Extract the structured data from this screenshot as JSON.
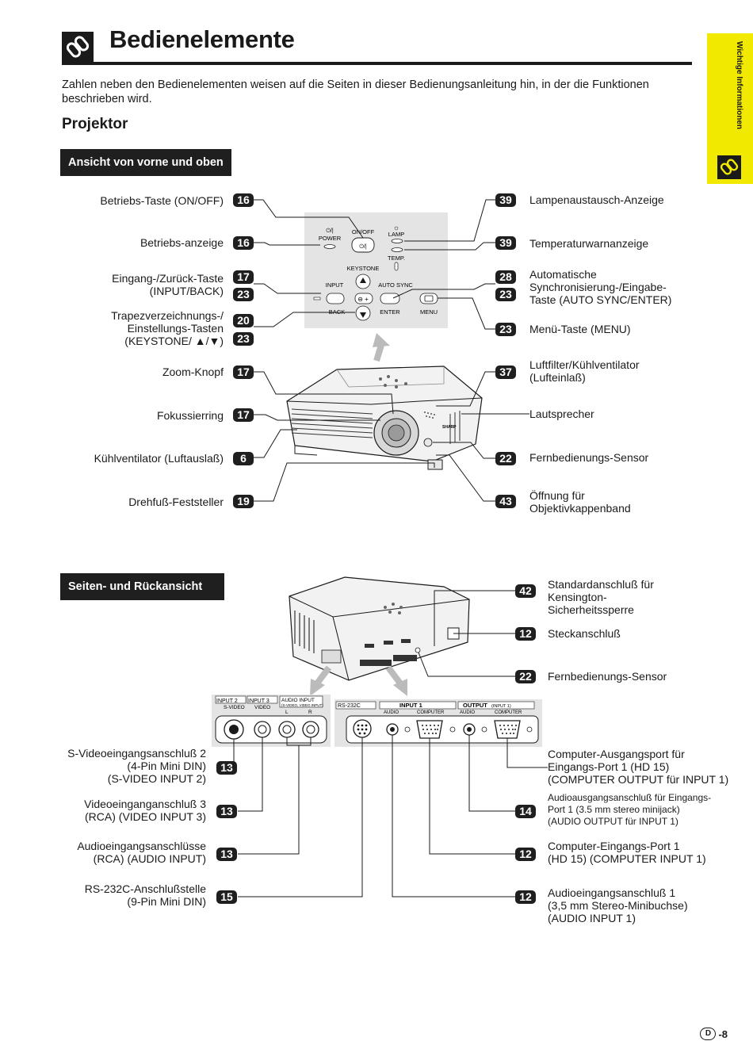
{
  "page": {
    "title": "Bedienelemente",
    "intro": "Zahlen neben den Bedienelementen weisen auf die Seiten in dieser Bedienungsanleitung hin, in der die Funktionen beschrieben wird.",
    "section_heading": "Projektor",
    "side_tab_label": "Wichtige Informationen",
    "footer_letter": "D",
    "footer_page": "-8"
  },
  "front_view": {
    "title": "Ansicht von vorne und oben",
    "panel_labels": {
      "power_symbol": "⏻/|",
      "power": "POWER",
      "onoff": "ON/OFF",
      "onoff_symbol": "⏻/|",
      "lamp": "LAMP",
      "temp": "TEMP.",
      "keystone": "KEYSTONE",
      "input": "INPUT",
      "back": "BACK",
      "auto_sync": "AUTO SYNC",
      "enter": "ENTER",
      "menu": "MENU"
    },
    "brand": "SHARP",
    "left": [
      {
        "label": "Betriebs-Taste (ON/OFF)",
        "nums": [
          "16"
        ]
      },
      {
        "label": "Betriebs-anzeige",
        "nums": [
          "16"
        ]
      },
      {
        "label": "Eingang-/Zurück-Taste\n(INPUT/BACK)",
        "nums": [
          "17",
          "23"
        ]
      },
      {
        "label": "Trapezverzeichnungs-/\nEinstellungs-Tasten\n(KEYSTONE/ ▲/▼)",
        "nums": [
          "20",
          "23"
        ]
      },
      {
        "label": "Zoom-Knopf",
        "nums": [
          "17"
        ]
      },
      {
        "label": "Fokussierring",
        "nums": [
          "17"
        ]
      },
      {
        "label": "Kühlventilator (Luftauslaß)",
        "nums": [
          "6"
        ]
      },
      {
        "label": "Drehfuß-Feststeller",
        "nums": [
          "19"
        ]
      }
    ],
    "right": [
      {
        "label": "Lampenaustausch-Anzeige",
        "nums": [
          "39"
        ]
      },
      {
        "label": "Temperaturwarnanzeige",
        "nums": [
          "39"
        ]
      },
      {
        "label": "Automatische\nSynchronisierung-/Eingabe-\nTaste (AUTO SYNC/ENTER)",
        "nums": [
          "28",
          "23"
        ]
      },
      {
        "label": "Menü-Taste (MENU)",
        "nums": [
          "23"
        ]
      },
      {
        "label": "Luftfilter/Kühlventilator\n(Lufteinlaß)",
        "nums": [
          "37"
        ]
      },
      {
        "label": "Lautsprecher",
        "nums": []
      },
      {
        "label": "Fernbedienungs-Sensor",
        "nums": [
          "22"
        ]
      },
      {
        "label": "Öffnung für\nObjektivkappenband",
        "nums": [
          "43"
        ]
      }
    ]
  },
  "rear_view": {
    "title": "Seiten- und Rückansicht",
    "panel_labels": {
      "input2": "INPUT 2",
      "svideo": "S-VIDEO",
      "input3": "INPUT 3",
      "video": "VIDEO",
      "audio_input": "AUDIO INPUT",
      "audio_input_sub": "(S-VIDEO, VIDEO INPUT)",
      "l": "L",
      "r": "R",
      "rs232c": "RS-232C",
      "input1": "INPUT 1",
      "output": "OUTPUT",
      "output_sub": "(INPUT 1)",
      "audio": "AUDIO",
      "computer": "COMPUTER"
    },
    "right_top": [
      {
        "label": "Standardanschluß für\nKensington-\nSicherheitssperre",
        "nums": [
          "42"
        ]
      },
      {
        "label": "Steckanschluß",
        "nums": [
          "12"
        ]
      },
      {
        "label": "Fernbedienungs-Sensor",
        "nums": [
          "22"
        ]
      }
    ],
    "left": [
      {
        "label": "S-Videoeingangsanschluß 2\n(4-Pin Mini DIN)\n(S-VIDEO INPUT 2)",
        "nums": [
          "13"
        ]
      },
      {
        "label": "Videoeinganganschluß 3\n(RCA) (VIDEO INPUT 3)",
        "nums": [
          "13"
        ]
      },
      {
        "label": "Audioeingangsanschlüsse\n(RCA) (AUDIO INPUT)",
        "nums": [
          "13"
        ]
      },
      {
        "label": "RS-232C-Anschlußstelle\n(9-Pin Mini DIN)",
        "nums": [
          "15"
        ]
      }
    ],
    "right": [
      {
        "label": "Computer-Ausgangsport für\nEingangs-Port 1 (HD 15)\n(COMPUTER OUTPUT für INPUT 1)",
        "nums": []
      },
      {
        "label": "Audioausgangsanschluß für Eingangs-\nPort 1 (3.5 mm stereo minijack)\n(AUDIO OUTPUT für INPUT 1)",
        "nums": [
          "14"
        ]
      },
      {
        "label": "Computer-Eingangs-Port 1\n(HD 15) (COMPUTER INPUT 1)",
        "nums": [
          "12"
        ]
      },
      {
        "label": "Audioeingangsanschluß 1\n(3,5 mm Stereo-Minibuchse)\n(AUDIO INPUT 1)",
        "nums": [
          "12"
        ]
      }
    ]
  }
}
